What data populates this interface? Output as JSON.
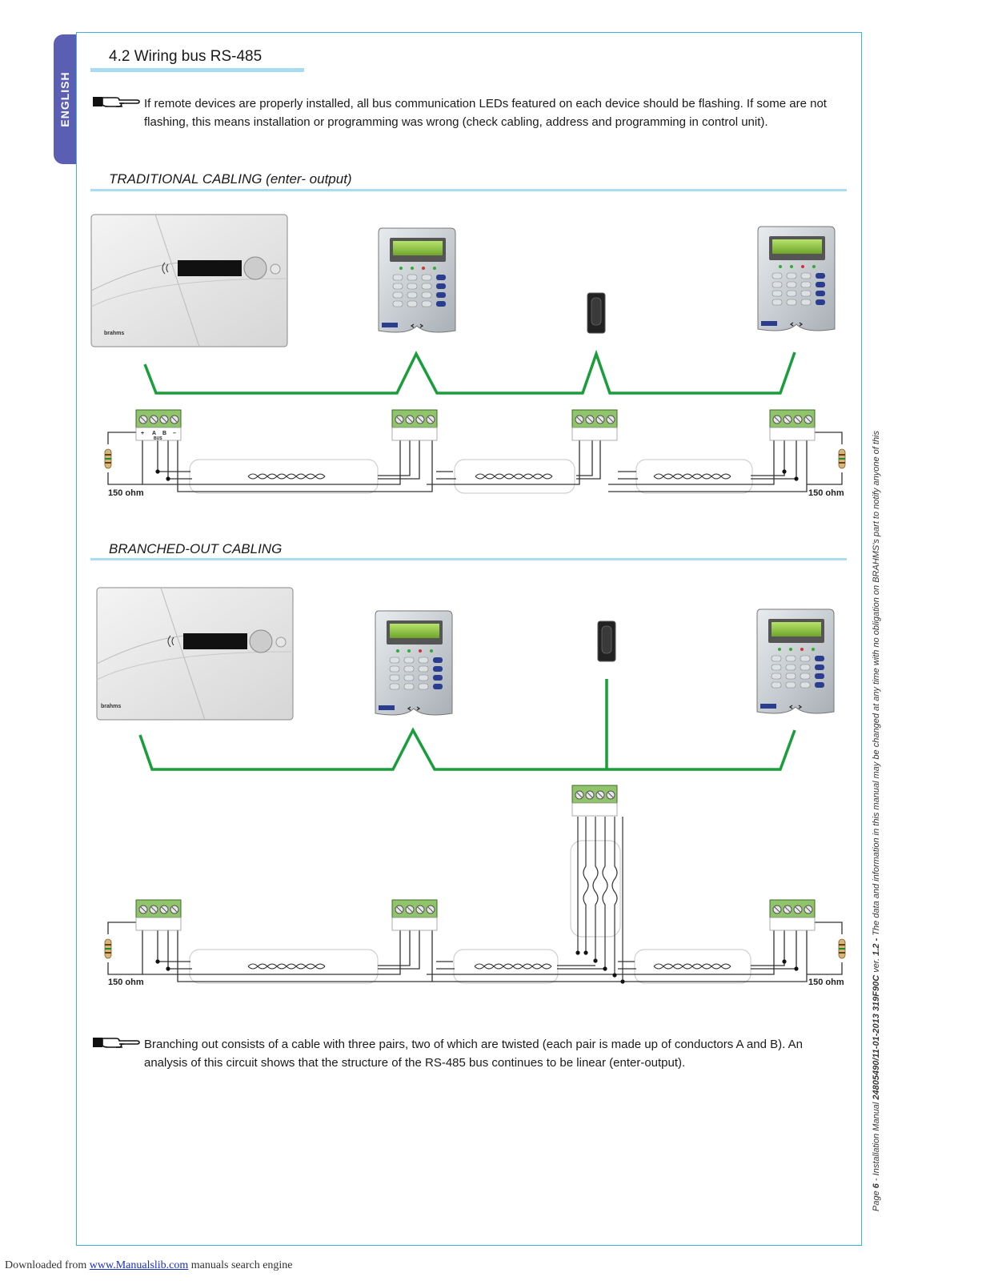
{
  "lang_tab": "ENGLISH",
  "section_title": "4.2 Wiring bus RS-485",
  "note1": "If remote devices are properly installed, all bus communication LEDs featured on each device should be flashing. If some are not flashing, this means installation or programming was wrong (check cabling, address and programming in control unit).",
  "traditional_heading": "TRADITIONAL CABLING (enter- output)",
  "branched_heading": "BRANCHED-OUT CABLING",
  "resistor_label": "150 ohm",
  "terminal": {
    "plus": "+",
    "a": "A",
    "b": "B",
    "minus": "–",
    "bus": "BUS"
  },
  "brand": "brahms",
  "note2": "Branching out consists of a cable with three pairs, two of which are twisted (each pair is made up of conductors A and B). An analysis of this circuit shows that the structure of the RS-485 bus continues to be linear (enter-output).",
  "side_page_prefix": "Page ",
  "side_page_num": "6",
  "side_mid1": " - Installation Manual ",
  "side_code": "24805490/11-01-2013 319F90C",
  "side_mid2": " ver. ",
  "side_ver": "1.2 -",
  "side_tail": " The data and information in this manual may be changed at any time with no obligation on BRAHMS's part to notify anyone of this",
  "footer_prefix": "Downloaded from ",
  "footer_link": "www.Manualslib.com",
  "footer_suffix": " manuals search engine",
  "colors": {
    "accent": "#3fb2e0",
    "tab": "#5a5fb3",
    "wire": "#1a9e3c",
    "terminal": "#8fc46a"
  }
}
